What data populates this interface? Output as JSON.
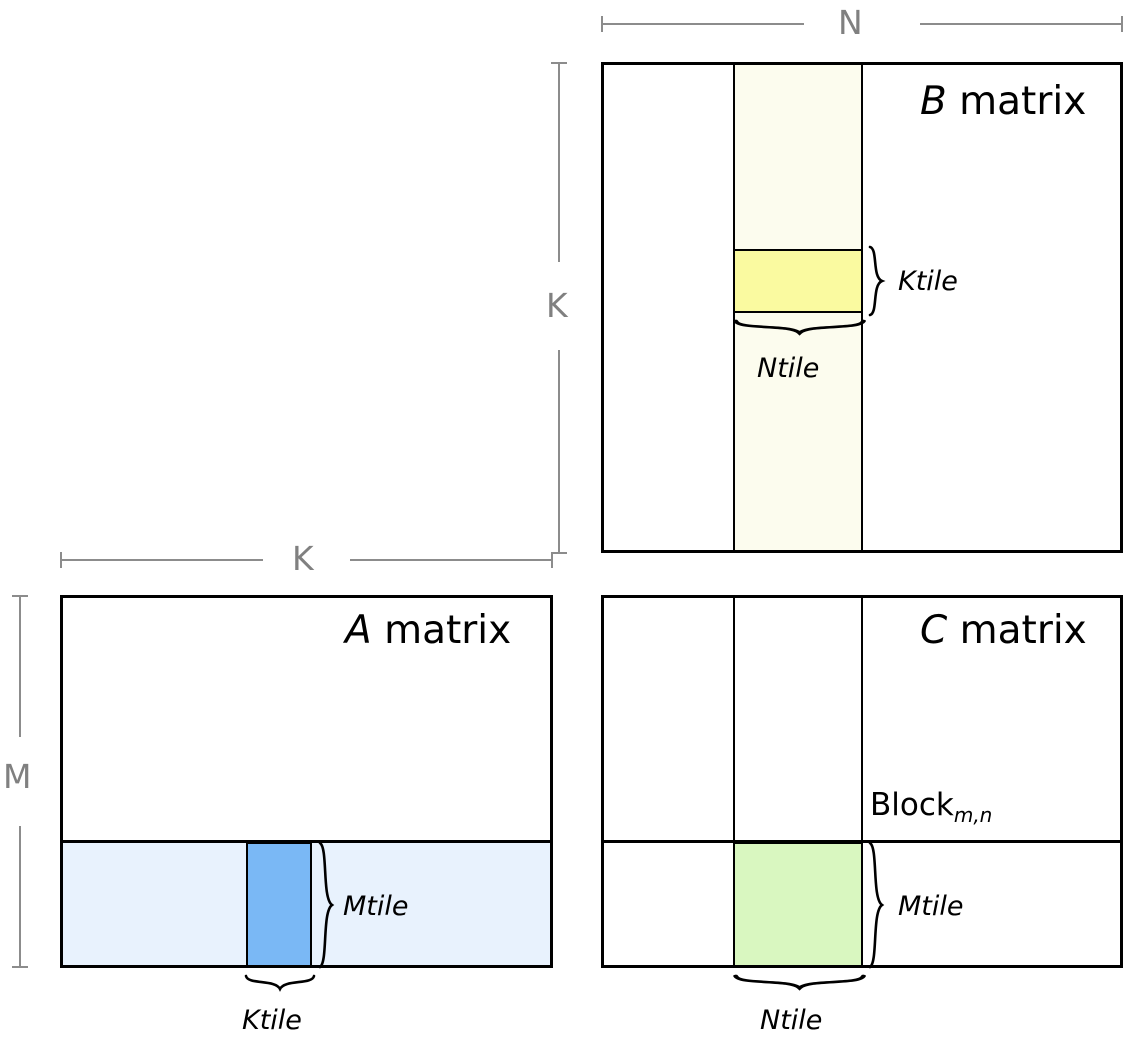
{
  "diagram": {
    "title_hidden": "GEMM tiling diagram",
    "dimensions": {
      "n_label": "N",
      "k_top_label": "K",
      "k_left_label": "K",
      "m_label": "M"
    },
    "matrices": {
      "a": {
        "label_italic": "A",
        "label_rest": " matrix",
        "row_band_color": "#e8f2fd",
        "tile_color": "#7ab8f5",
        "brace_right_label": "Mtile",
        "brace_bottom_label": "Ktile"
      },
      "b": {
        "label_italic": "B",
        "label_rest": " matrix",
        "column_band_color": "#fcfcee",
        "tile_color": "#fafaa0",
        "brace_right_label": "Ktile",
        "brace_bottom_label": "Ntile"
      },
      "c": {
        "label_italic": "C",
        "label_rest": " matrix",
        "block_label_main": "Block",
        "block_label_sub": "m,n",
        "tile_color": "#d9f7c0",
        "brace_right_label": "Mtile",
        "brace_bottom_label": "Ntile"
      }
    },
    "colors": {
      "outline": "#000000",
      "dimension_gray": "#8c8c8c",
      "background": "#ffffff"
    }
  }
}
